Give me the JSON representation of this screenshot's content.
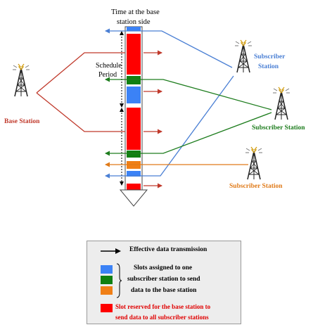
{
  "labels": {
    "time_title_1": "Time at the base",
    "time_title_2": "station side",
    "schedule_1": "Schedule",
    "schedule_2": "Period",
    "base_station": "Base Station",
    "subscriber_1": "Subscriber",
    "subscriber_1b": "Station",
    "subscriber_2": "Subscriber Station",
    "subscriber_3": "Subscriber Station"
  },
  "legend": {
    "arrow_label": "Effective data transmission",
    "slots_line1": "Slots assigned to one",
    "slots_line2": "subscriber station to send",
    "slots_line3": "data to the base station",
    "reserved_line1": "Slot reserved for the base station to",
    "reserved_line2": "send data to all subscriber stations"
  },
  "colors": {
    "base_station": "#c0392b",
    "subscriber_blue": "#4a7fd4",
    "subscriber_green": "#1e7d1e",
    "subscriber_orange": "#e07b1a",
    "slot_red": "#ff0000",
    "slot_blue": "#3b82f6",
    "slot_green": "#108010",
    "slot_orange": "#f07f16"
  },
  "icons": {
    "tower": "radio-tower-icon",
    "arrow": "arrow-right-icon"
  }
}
